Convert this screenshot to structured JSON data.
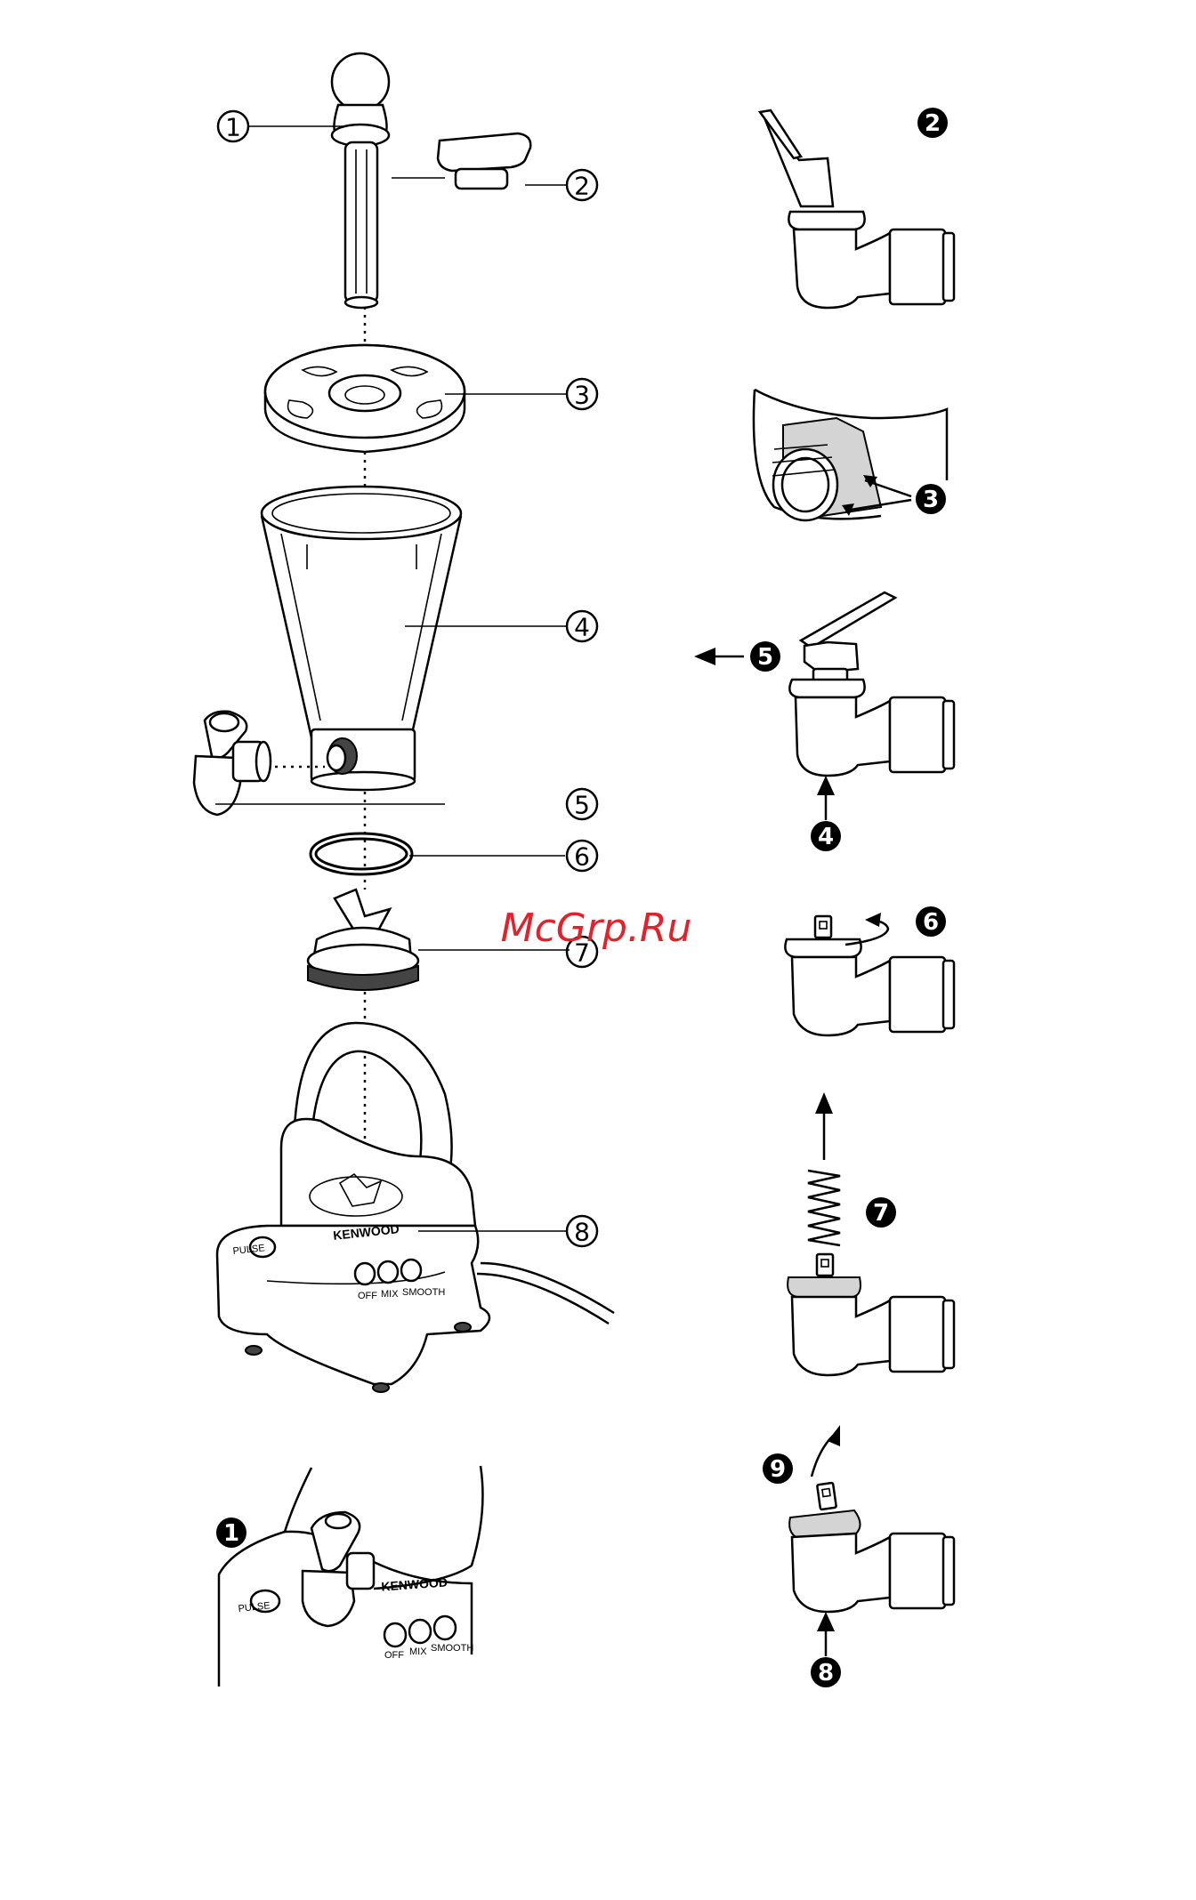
{
  "callouts": {
    "c1": "1",
    "c2": "2",
    "c3": "3",
    "c4": "4",
    "c5": "5",
    "c6": "6",
    "c7": "7",
    "c8": "8"
  },
  "steps": {
    "s1": "1",
    "s2": "2",
    "s3": "3",
    "s4": "4",
    "s5": "5",
    "s6": "6",
    "s7": "7",
    "s8": "8",
    "s9": "9"
  },
  "base": {
    "brand": "KENWOOD",
    "pulse": "PULSE",
    "off": "OFF",
    "mix": "MIX",
    "smooth": "SMOOTH"
  },
  "watermark": "McGrp.Ru",
  "colors": {
    "watermark": "#e4202a",
    "line": "#000000",
    "paper": "#ffffff"
  }
}
